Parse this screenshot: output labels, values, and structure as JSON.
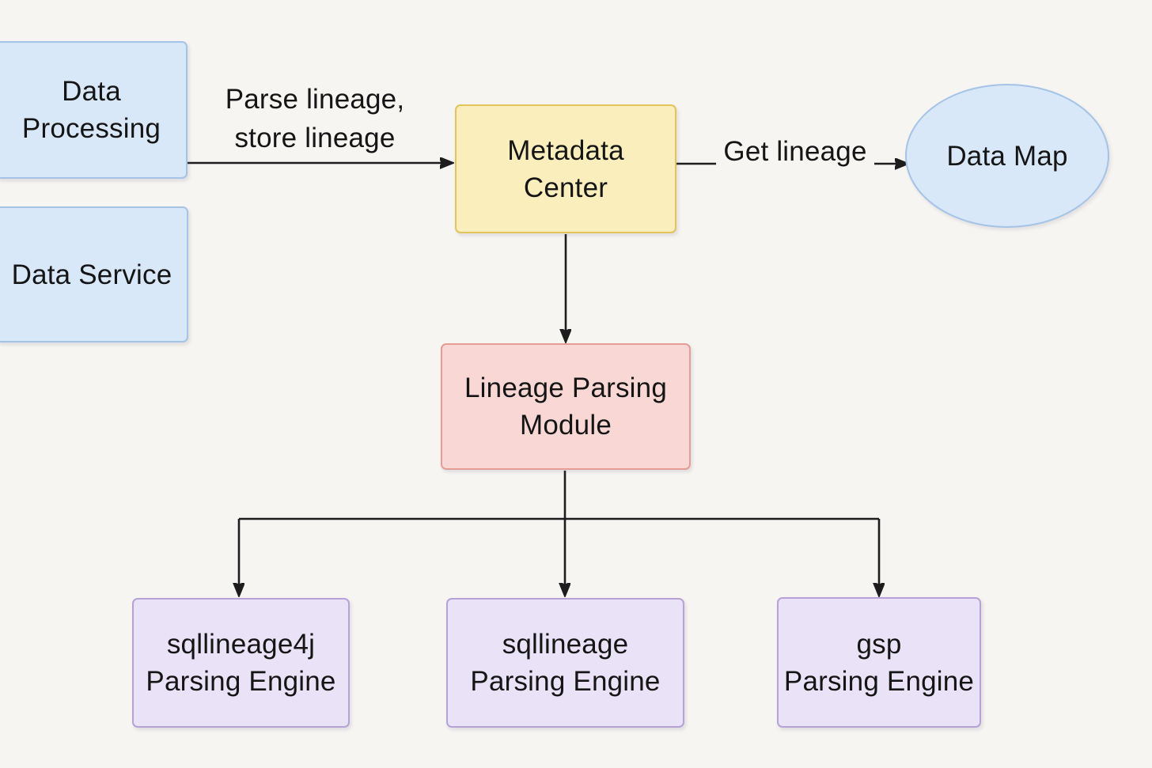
{
  "colors": {
    "background": "#f7f5f2",
    "line": "#1d1d1d",
    "text": "#151515",
    "blue": {
      "fill": "#d9e8f8",
      "border": "#a5c3e6"
    },
    "yellow": {
      "fill": "#faeebd",
      "border": "#e2c45c"
    },
    "pink": {
      "fill": "#f8d7d4",
      "border": "#e59c95"
    },
    "purple": {
      "fill": "#eae3f7",
      "border": "#b5a3d8"
    }
  },
  "nodes": {
    "data_processing": {
      "lines": [
        "Data",
        "Processing"
      ]
    },
    "data_service": {
      "lines": [
        "Data Service"
      ]
    },
    "metadata_center": {
      "lines": [
        "Metadata",
        "Center"
      ]
    },
    "data_map": {
      "lines": [
        "Data Map"
      ]
    },
    "lineage_parsing_module": {
      "lines": [
        "Lineage Parsing",
        "Module"
      ]
    },
    "sqllineage4j_engine": {
      "lines": [
        "sqllineage4j",
        "Parsing Engine"
      ]
    },
    "sqllineage_engine": {
      "lines": [
        "sqllineage",
        "Parsing Engine"
      ]
    },
    "gsp_engine": {
      "lines": [
        "gsp",
        "Parsing Engine"
      ]
    }
  },
  "edges": [
    {
      "from": "data_processing",
      "to": "metadata_center",
      "label_lines": [
        "Parse lineage,",
        "store lineage"
      ]
    },
    {
      "from": "metadata_center",
      "to": "data_map",
      "label": "Get lineage"
    },
    {
      "from": "metadata_center",
      "to": "lineage_parsing_module",
      "label": ""
    },
    {
      "from": "lineage_parsing_module",
      "to": "sqllineage4j_engine",
      "label": ""
    },
    {
      "from": "lineage_parsing_module",
      "to": "sqllineage_engine",
      "label": ""
    },
    {
      "from": "lineage_parsing_module",
      "to": "gsp_engine",
      "label": ""
    }
  ]
}
